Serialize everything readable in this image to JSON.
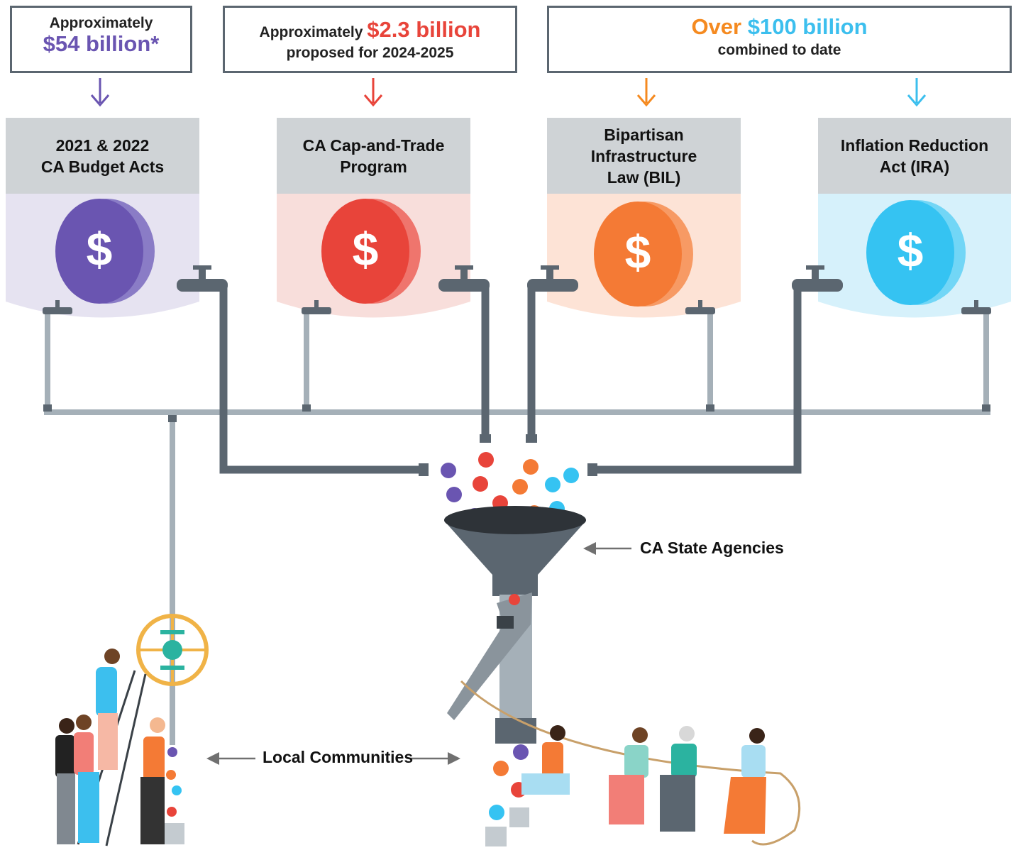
{
  "callouts": [
    {
      "line1": "Approximately",
      "line2": "$54 billion*",
      "color": "#6a55b1"
    },
    {
      "prefix": "Approximately ",
      "amount": "$2.3 billion",
      "line2": "proposed for 2024-2025",
      "color": "#e8443a"
    },
    {
      "over": "Over ",
      "amount": "$100 billion",
      "line2": "combined to date",
      "over_color": "#f58a20",
      "amount_color": "#3cbfee"
    }
  ],
  "sources": [
    {
      "title": "2021 & 2022\nCA Budget Acts",
      "symbol": "$",
      "color": "#6a55b1",
      "tint": "#e6e3f1"
    },
    {
      "title": "CA Cap-and-Trade\nProgram",
      "symbol": "$",
      "color": "#e8443a",
      "tint": "#f8dedb"
    },
    {
      "title": "Bipartisan\nInfrastructure\nLaw (BIL)",
      "symbol": "$",
      "color": "#f47a35",
      "tint": "#fde3d6"
    },
    {
      "title": "Inflation Reduction\nAct (IRA)",
      "symbol": "$",
      "color": "#35c3f2",
      "tint": "#d6f1fb"
    }
  ],
  "labels": {
    "state_agencies": "CA State Agencies",
    "local_communities": "Local Communities"
  },
  "colors": {
    "pipe_dark": "#5b6670",
    "pipe_light": "#a5b0b8",
    "funnel": "#5b6670",
    "valve_wheel": "#f0b347",
    "valve_body": "#2bb3a0"
  }
}
